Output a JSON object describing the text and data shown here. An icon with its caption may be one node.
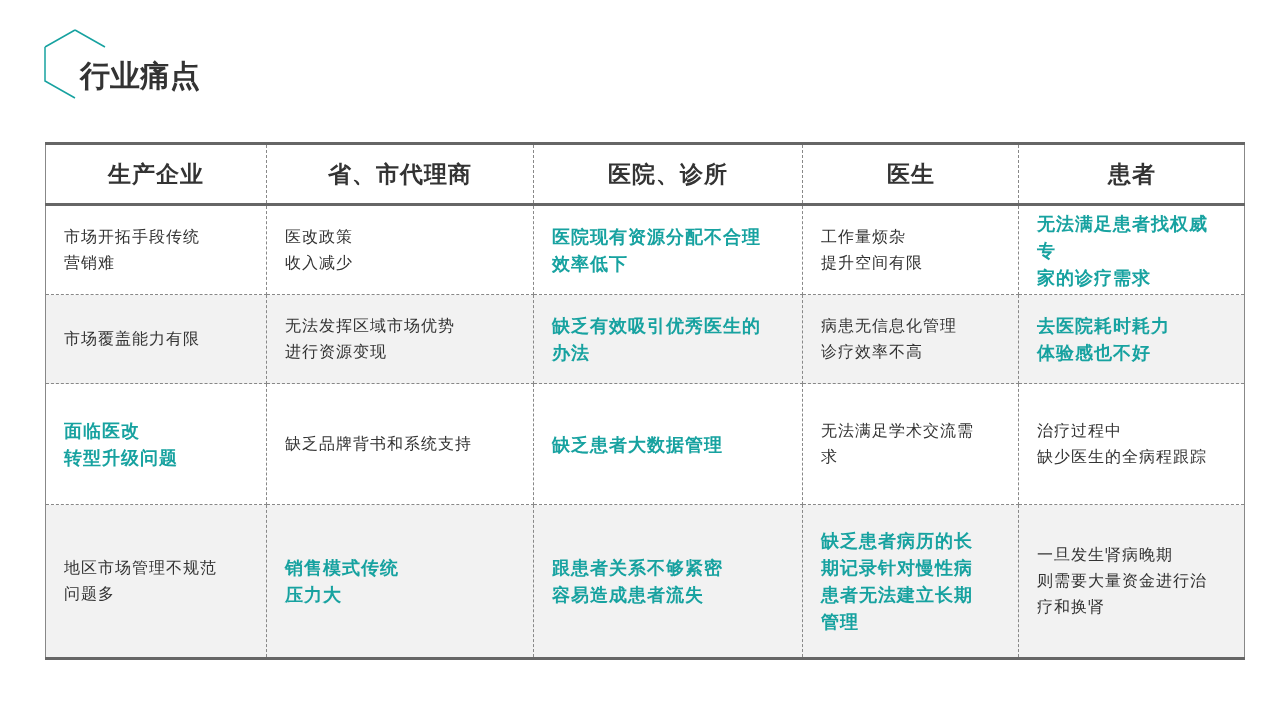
{
  "diagram": {
    "title": "行业痛点",
    "labels": [
      "生产企业",
      "省、市代理商",
      "医院、诊所",
      "医生",
      "患者",
      "市场开拓手段传统营销难",
      "医改政策收入减少",
      "医院现有资源分配不合理效率低下",
      "工作量烦杂提升空间有限",
      "无法满足患者找权威专家的诊疗需求",
      "市场覆盖能力有限",
      "无法发挥区域市场优势进行资源变现",
      "缺乏有效吸引优秀医生的办法",
      "病患无信息化管理诊疗效率不高",
      "去医院耗时耗力体验感也不好",
      "面临医改转型升级问题",
      "缺乏品牌背书和系统支持",
      "缺乏患者大数据管理",
      "无法满足学术交流需求",
      "治疗过程中缺少医生的全病程跟踪",
      "地区市场管理不规范问题多",
      "销售模式传统压力大",
      "跟患者关系不够紧密容易造成患者流失",
      "缺乏患者病历的长期记录针对慢性病患者无法建立长期管理",
      "一旦发生肾病晚期则需要大量资金进行治疗和换肾"
    ]
  }
}
